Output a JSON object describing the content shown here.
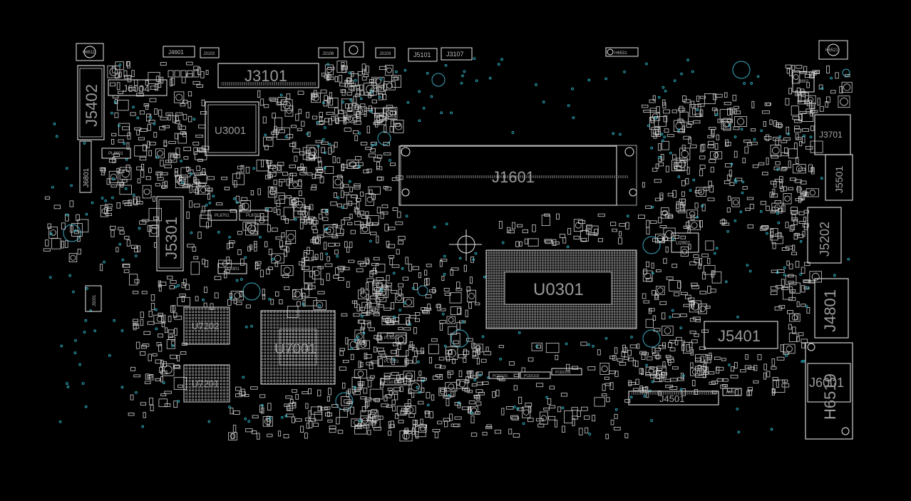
{
  "labels": {
    "J5402": "J5402",
    "J6004": "J6004",
    "J4601": "J4601",
    "J3102": "J3102",
    "J3101": "J3101",
    "J3106": "J3106",
    "J3103": "J3103",
    "J5101": "J5101",
    "J3107": "J3107",
    "H6511": "H6511",
    "H6531": "H6531",
    "H6521": "H6521",
    "U3001": "U3001",
    "J6801": "J6801",
    "J1601": "J1601",
    "J3802": "J3802",
    "J3701": "J3701",
    "J5501": "J5501",
    "J5301": "J5301",
    "J5202": "J5202",
    "U2801": "U2801",
    "U0301": "U0301",
    "J4801": "J4801",
    "J5401": "J5401",
    "U7202": "U7202",
    "U7001": "U7001",
    "U7201": "U7201",
    "J4501": "J4501",
    "J6001": "J6001",
    "H6519": "H6519",
    "J5001": "J5001",
    "PL8601": "PL8601",
    "PL8701": "PL8701",
    "PL8702": "PL8702",
    "PL8301": "PL8301",
    "PL9102": "PL9102",
    "PL9101": "PL9101",
    "PCE5101": "PCE5101",
    "PCE5102": "PCE5102",
    "PCE5103": "PCE5103",
    "PCE5104": "PCE5104",
    "J4502": "J4502"
  },
  "colors": {
    "background": "#000000",
    "outline": "#e8e8e8",
    "via": "#2fb7c9",
    "label": "#9a9a9a"
  }
}
